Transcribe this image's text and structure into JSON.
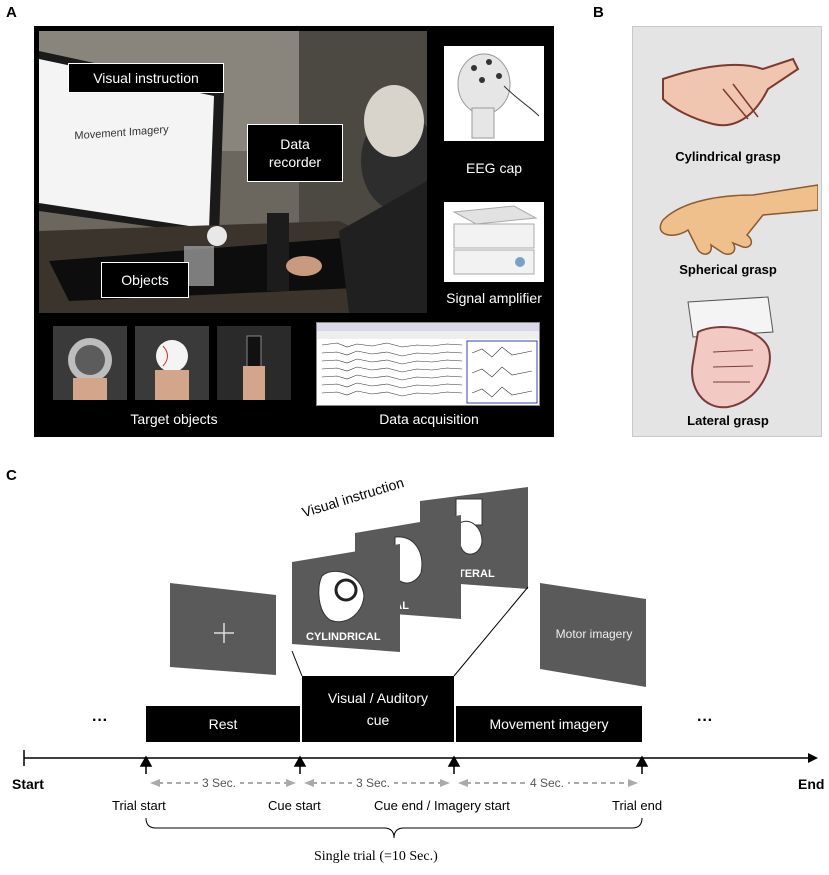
{
  "panels": {
    "a": "A",
    "b": "B",
    "c": "C"
  },
  "panel_a": {
    "visual_instruction": "Visual instruction",
    "screen_text": "Movement Imagery",
    "data_recorder": "Data\nrecorder",
    "objects": "Objects",
    "eeg_cap": "EEG cap",
    "signal_amplifier": "Signal amplifier",
    "target_objects": "Target objects",
    "data_acquisition": "Data acquisition"
  },
  "panel_b": {
    "cylindrical": "Cylindrical grasp",
    "spherical": "Spherical grasp",
    "lateral": "Lateral grasp"
  },
  "panel_c": {
    "visual_instruction": "Visual instruction",
    "card_cylindrical": "CYLINDRICAL",
    "card_spherical": "ERICAL",
    "card_lateral": "TERAL",
    "motor_imagery_screen": "Motor imagery",
    "ellipsis": "···",
    "phases": {
      "rest": "Rest",
      "cue": "Visual / Auditory\ncue",
      "imagery": "Movement imagery"
    },
    "start": "Start",
    "end": "End",
    "ticks": {
      "trial_start": "Trial start",
      "cue_start": "Cue start",
      "cue_end": "Cue end / Imagery start",
      "trial_end": "Trial end"
    },
    "durations": {
      "d1": "3 Sec.",
      "d2": "3 Sec.",
      "d3": "4 Sec."
    },
    "single_trial": "Single trial (=10 Sec.)"
  }
}
